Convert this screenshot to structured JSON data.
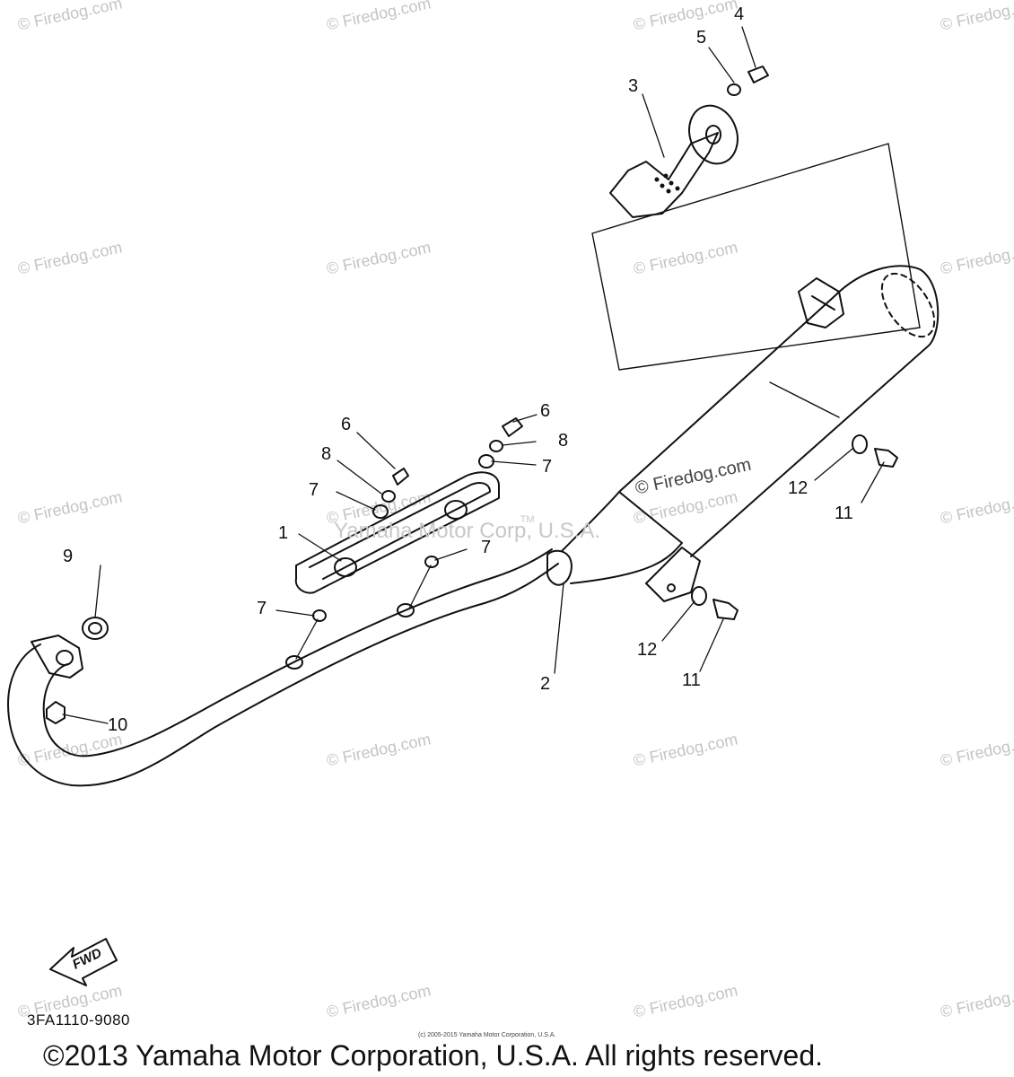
{
  "watermark_text": "© Firedog.com",
  "inner_watermark": "Yamaha Motor Corp, U.S.A.",
  "tm_mark": "TM",
  "callouts": [
    {
      "id": "1",
      "label": "1"
    },
    {
      "id": "2",
      "label": "2"
    },
    {
      "id": "3",
      "label": "3"
    },
    {
      "id": "4",
      "label": "4"
    },
    {
      "id": "5",
      "label": "5"
    },
    {
      "id": "6a",
      "label": "6"
    },
    {
      "id": "6b",
      "label": "6"
    },
    {
      "id": "7a",
      "label": "7"
    },
    {
      "id": "7b",
      "label": "7"
    },
    {
      "id": "7c",
      "label": "7"
    },
    {
      "id": "7d",
      "label": "7"
    },
    {
      "id": "8a",
      "label": "8"
    },
    {
      "id": "8b",
      "label": "8"
    },
    {
      "id": "9",
      "label": "9"
    },
    {
      "id": "10",
      "label": "10"
    },
    {
      "id": "11a",
      "label": "11"
    },
    {
      "id": "11b",
      "label": "11"
    },
    {
      "id": "12a",
      "label": "12"
    },
    {
      "id": "12b",
      "label": "12"
    }
  ],
  "fwd_label": "FWD",
  "diagram_code": "3FA1110-9080",
  "small_copyright": "(c) 2005-2015 Yamaha Motor Corporation, U.S.A.",
  "copyright": "©2013 Yamaha Motor Corporation, U.S.A. All rights reserved."
}
